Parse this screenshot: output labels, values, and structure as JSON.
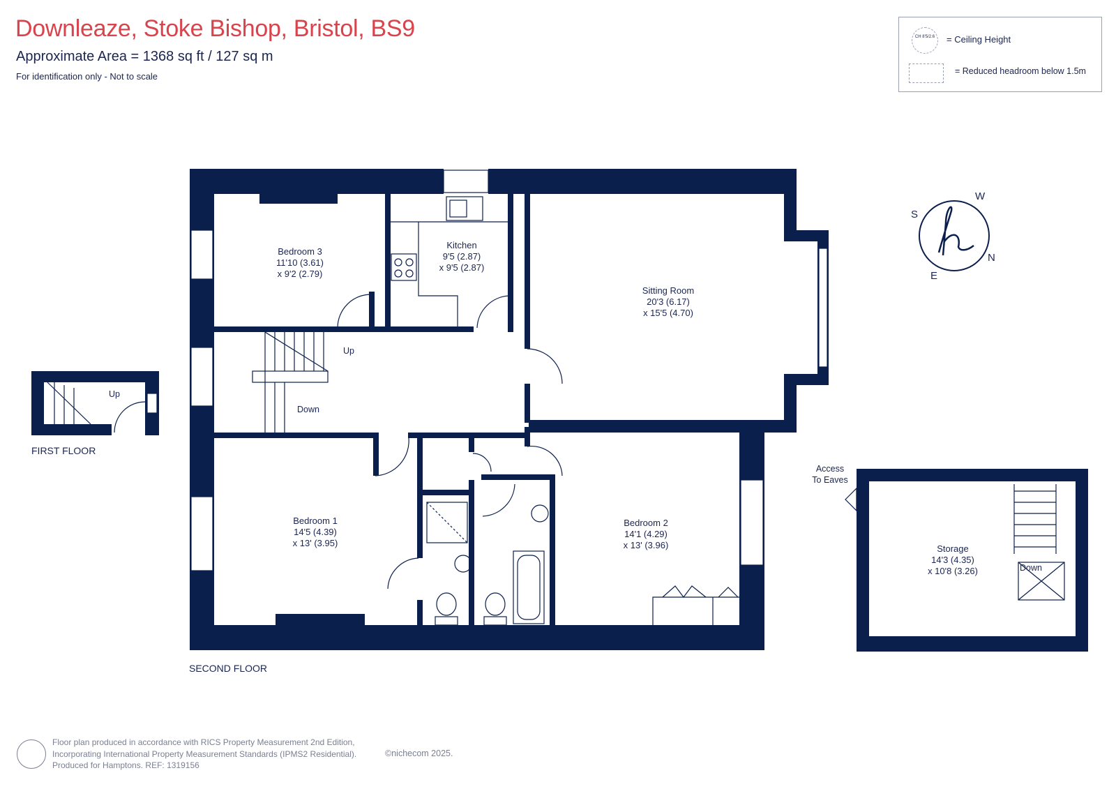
{
  "header": {
    "title": "Downleaze, Stoke Bishop, Bristol, BS9",
    "area": "Approximate Area = 1368  sq ft / 127  sq m",
    "note": "For identification only - Not to scale"
  },
  "legend": {
    "ceiling_symbol": "CH 8'5/2.6",
    "ceiling_label": "= Ceiling Height",
    "reduced_label": "= Reduced headroom below 1.5m"
  },
  "compass": {
    "letters": [
      "S",
      "W",
      "N",
      "E"
    ]
  },
  "rooms": [
    {
      "name": "Bedroom 3",
      "dim1": "11'10 (3.61)",
      "dim2": "x 9'2 (2.79)"
    },
    {
      "name": "Kitchen",
      "dim1": "9'5 (2.87)",
      "dim2": "x 9'5 (2.87)"
    },
    {
      "name": "Sitting Room",
      "dim1": "20'3 (6.17)",
      "dim2": "x 15'5 (4.70)"
    },
    {
      "name": "Bedroom 1",
      "dim1": "14'5 (4.39)",
      "dim2": "x 13' (3.95)"
    },
    {
      "name": "Bedroom 2",
      "dim1": "14'1 (4.29)",
      "dim2": "x 13' (3.96)"
    },
    {
      "name": "Storage",
      "dim1": "14'3 (4.35)",
      "dim2": "x 10'8 (3.26)"
    }
  ],
  "stair_labels": {
    "up": "Up",
    "down": "Down",
    "first_up": "Up",
    "storage_down": "Down"
  },
  "access": {
    "line1": "Access",
    "line2": "To Eaves"
  },
  "floors": {
    "first": "FIRST FLOOR",
    "second": "SECOND FLOOR"
  },
  "footer": {
    "line1": "Floor plan produced in accordance with RICS Property Measurement 2nd Edition,",
    "line2": "Incorporating International Property Measurement Standards (IPMS2 Residential).",
    "line3": "Produced for Hamptons.  REF:  1319156",
    "copyright": "©nichecom 2025."
  },
  "colors": {
    "wall": "#0b1f4d",
    "title": "#d9434b",
    "text": "#1b2550",
    "footer": "#7a7f92"
  }
}
